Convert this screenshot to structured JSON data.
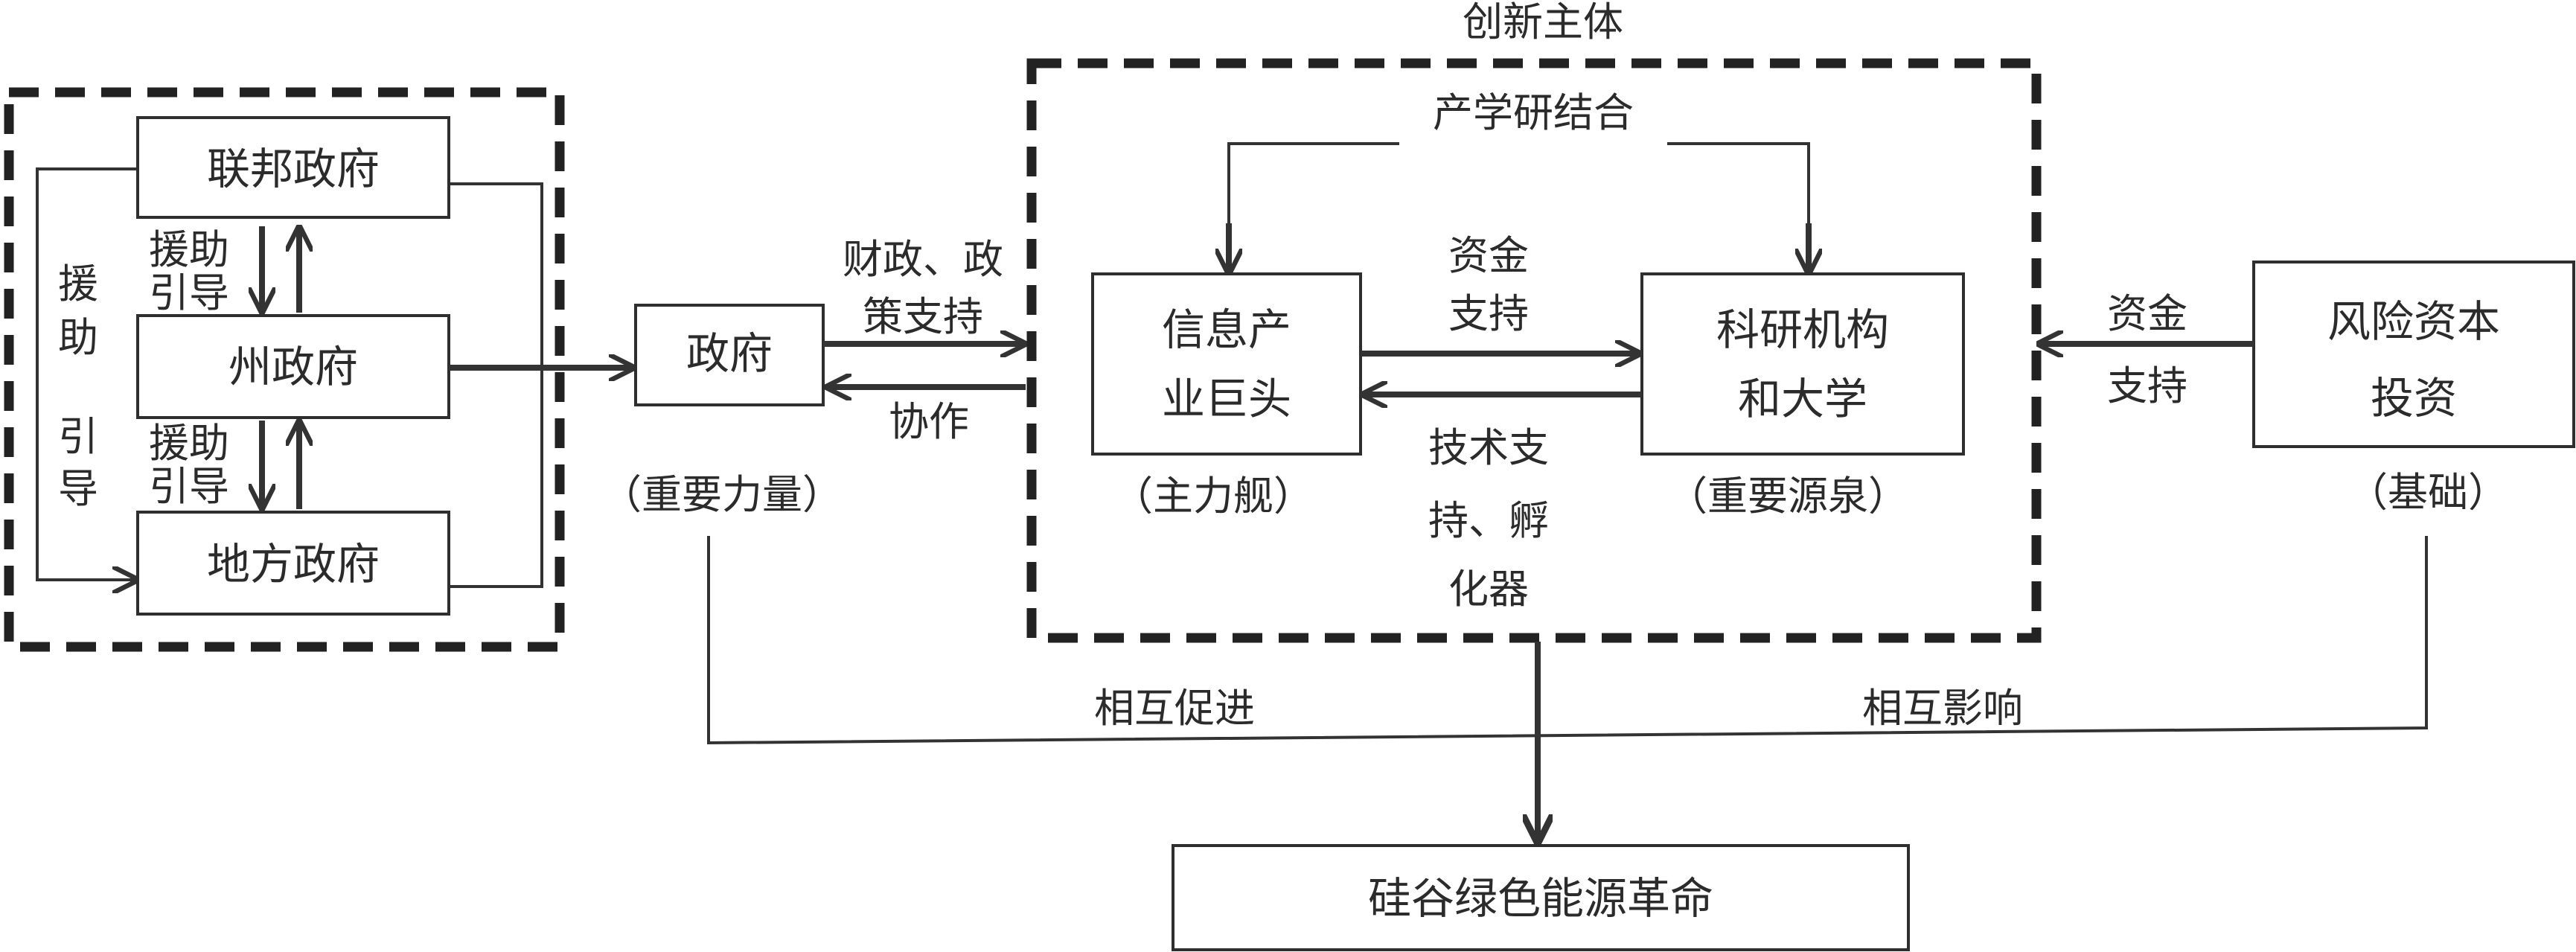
{
  "innovation_subject": {
    "title": "创新主体",
    "industry_university_research": "产学研结合",
    "capital_support": [
      "资金",
      "支持"
    ],
    "tech_support": [
      "技术支",
      "持、孵",
      "化器"
    ],
    "it_giants": {
      "lines": [
        "信息产",
        "业巨头"
      ],
      "note": "（主力舰）"
    },
    "research_institutions": {
      "lines": [
        "科研机构",
        "和大学"
      ],
      "note": "（重要源泉）"
    }
  },
  "government_cluster": {
    "federal": "联邦政府",
    "state": "州政府",
    "local": "地方政府",
    "aid_guide_top": [
      "援助",
      "引导"
    ],
    "aid_guide_bottom": [
      "援助",
      "引导"
    ],
    "aid_guide_left": [
      "援",
      "助",
      "引",
      "导"
    ]
  },
  "government": {
    "label": "政府",
    "note": "（重要力量）",
    "fiscal_policy_support": [
      "财政、政",
      "策支持"
    ],
    "collaboration": "协作"
  },
  "venture_capital": {
    "lines": [
      "风险资本",
      "投资"
    ],
    "note": "（基础）",
    "capital_support": [
      "资金",
      "支持"
    ]
  },
  "mutual_promotion": "相互促进",
  "mutual_influence": "相互影响",
  "outcome": "硅谷绿色能源革命"
}
